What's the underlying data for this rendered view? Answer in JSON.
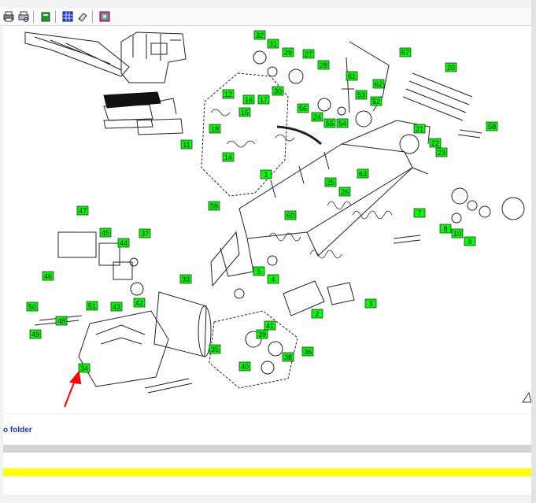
{
  "toolbar": {
    "buttons": [
      {
        "icon": "print-icon"
      },
      {
        "icon": "print-preview-icon"
      },
      {
        "icon": "book-icon"
      },
      {
        "icon": "grid-icon"
      },
      {
        "icon": "eraser-icon"
      },
      {
        "icon": "parts-list-icon"
      }
    ]
  },
  "diagram": {
    "callouts": [
      "1",
      "2",
      "3",
      "4",
      "5",
      "7",
      "8",
      "9",
      "10",
      "11",
      "12",
      "14",
      "15",
      "16",
      "17",
      "18",
      "20",
      "21",
      "22",
      "23",
      "24",
      "25",
      "26",
      "27",
      "28",
      "29",
      "30",
      "31",
      "32",
      "33",
      "34",
      "35",
      "36",
      "37",
      "38",
      "39",
      "40",
      "41",
      "42",
      "43",
      "44",
      "45",
      "46",
      "47",
      "48",
      "49",
      "50",
      "51",
      "52",
      "53",
      "54",
      "55",
      "56",
      "57",
      "58",
      "59",
      "60",
      "61",
      "62",
      "63"
    ],
    "highlight_color": "#00ff00",
    "arrow_color": "#ff0000"
  },
  "footer": {
    "folder_link": "o folder"
  },
  "colors": {
    "link": "#1a36c7",
    "yellow_bar": "#ffff00",
    "gray_bar": "#d4d4d4"
  }
}
